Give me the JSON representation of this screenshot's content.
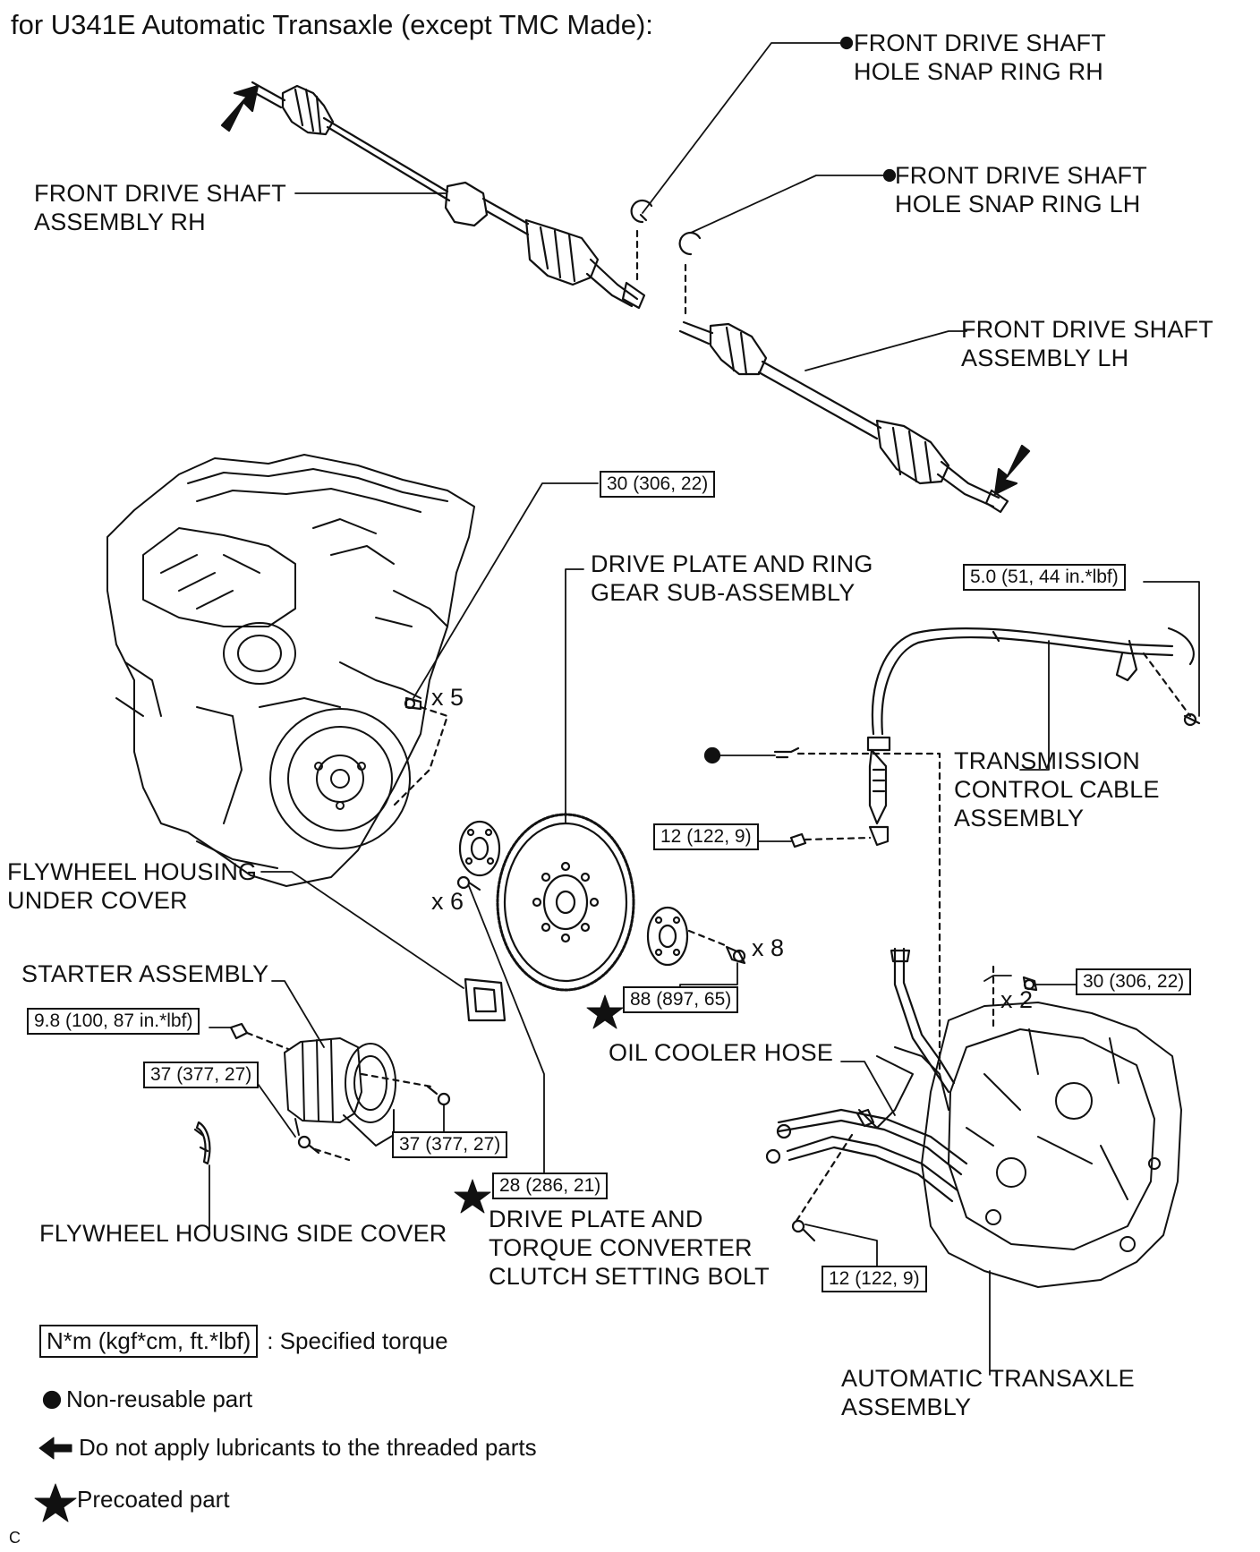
{
  "title": "for U341E Automatic Transaxle (except TMC Made):",
  "parts": {
    "snap_ring_rh": [
      "FRONT DRIVE SHAFT",
      "HOLE SNAP RING RH"
    ],
    "snap_ring_lh": [
      "FRONT DRIVE SHAFT",
      "HOLE SNAP RING LH"
    ],
    "shaft_rh": [
      "FRONT DRIVE SHAFT",
      "ASSEMBLY RH"
    ],
    "shaft_lh": [
      "FRONT DRIVE SHAFT",
      "ASSEMBLY LH"
    ],
    "drive_plate": [
      "DRIVE PLATE AND RING",
      "GEAR SUB-ASSEMBLY"
    ],
    "control_cable": [
      "TRANSMISSION",
      "CONTROL CABLE",
      "ASSEMBLY"
    ],
    "flywheel_under_cover": [
      "FLYWHEEL HOUSING",
      "UNDER COVER"
    ],
    "starter": "STARTER ASSEMBLY",
    "oil_cooler_hose": "OIL COOLER HOSE",
    "flywheel_side_cover": "FLYWHEEL HOUSING SIDE COVER",
    "setting_bolt": [
      "DRIVE PLATE AND",
      "TORQUE CONVERTER",
      "CLUTCH SETTING BOLT"
    ],
    "transaxle": [
      "AUTOMATIC TRANSAXLE",
      "ASSEMBLY"
    ]
  },
  "torques": {
    "engine_bolts": "30 (306, 22)",
    "cable_bracket": "5.0 (51, 44 in.*lbf)",
    "cable_nut": "12 (122, 9)",
    "transaxle_bolts": "30 (306, 22)",
    "drive_plate_bolts": "88 (897, 65)",
    "starter_nut": "9.8 (100, 87 in.*lbf)",
    "starter_bolt_lower": "37 (377, 27)",
    "starter_bolt_upper": "37 (377, 27)",
    "setting_bolt": "28 (286, 21)",
    "hose_bolt": "12 (122, 9)"
  },
  "counts": {
    "engine_bolts": "x 5",
    "setting_bolts": "x 6",
    "plate_bolts": "x 8",
    "transaxle_bolts": "x 2"
  },
  "legend": {
    "torque_box": "N*m (kgf*cm, ft.*lbf)",
    "torque_text": ": Specified torque",
    "non_reusable": "Non-reusable part",
    "no_lubricant": "Do not apply lubricants to the threaded parts",
    "precoated": "Precoated part"
  },
  "figure_code": "C"
}
